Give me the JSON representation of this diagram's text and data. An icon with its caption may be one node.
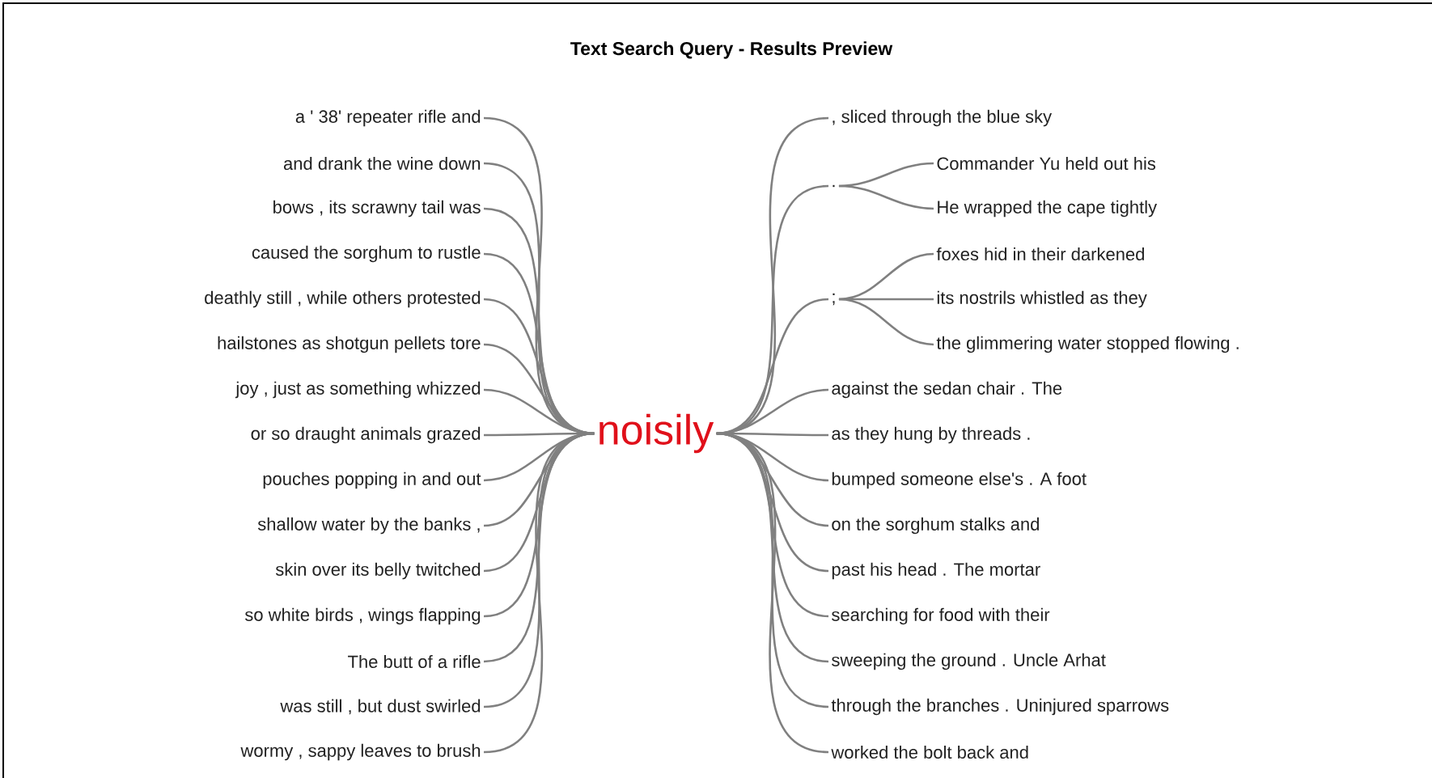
{
  "diagram": {
    "title": "Text Search Query - Results Preview",
    "nodes": [
      {
        "text": [
          "noisily"
        ]
      },
      {
        "text": [
          "a ' 38' repeater rifle and"
        ]
      },
      {
        "text": [
          "and drank the wine down"
        ]
      },
      {
        "text": [
          "bows , its scrawny tail was"
        ]
      },
      {
        "text": [
          "caused the sorghum to rustle"
        ]
      },
      {
        "text": [
          "deathly still , while others protested"
        ]
      },
      {
        "text": [
          "hailstones as shotgun pellets tore"
        ]
      },
      {
        "text": [
          "joy , just as something whizzed"
        ]
      },
      {
        "text": [
          "or so draught animals grazed"
        ]
      },
      {
        "text": [
          "pouches popping in and out"
        ]
      },
      {
        "text": [
          "shallow water by the banks ,"
        ]
      },
      {
        "text": [
          "skin over its belly twitched"
        ]
      },
      {
        "text": [
          "so white birds , wings flapping"
        ]
      },
      {
        "text": [
          "The butt of a rifle"
        ]
      },
      {
        "text": [
          "was still , but dust swirled"
        ]
      },
      {
        "text": [
          "wormy , sappy leaves to brush"
        ]
      },
      {
        "text": [
          ", sliced through the blue sky"
        ]
      },
      {
        "text": [
          "."
        ]
      },
      {
        "text": [
          "Commander Yu held out his"
        ]
      },
      {
        "text": [
          "He wrapped the cape tightly"
        ]
      },
      {
        "text": [
          ";"
        ]
      },
      {
        "text": [
          "foxes hid in their darkened"
        ]
      },
      {
        "text": [
          "its nostrils whistled as they"
        ]
      },
      {
        "text": [
          "the glimmering water stopped flowing ."
        ]
      },
      {
        "text": [
          "against the sedan chair . The"
        ]
      },
      {
        "text": [
          "as they hung by threads ."
        ]
      },
      {
        "text": [
          "bumped someone else's . A foot"
        ]
      },
      {
        "text": [
          "on the sorghum stalks and"
        ]
      },
      {
        "text": [
          "past his head . The mortar"
        ]
      },
      {
        "text": [
          "searching for food with their"
        ]
      },
      {
        "text": [
          "sweeping the ground . Uncle Arhat"
        ]
      },
      {
        "text": [
          "through the branches . Uninjured sparrows"
        ]
      },
      {
        "text": [
          "worked the bolt back and"
        ]
      }
    ],
    "edges": [
      {
        "from": 1,
        "to": 0,
        "arrow": "none"
      },
      {
        "from": 2,
        "to": 0,
        "arrow": "none"
      },
      {
        "from": 3,
        "to": 0,
        "arrow": "none"
      },
      {
        "from": 4,
        "to": 0,
        "arrow": "none"
      },
      {
        "from": 5,
        "to": 0,
        "arrow": "none"
      },
      {
        "from": 6,
        "to": 0,
        "arrow": "none"
      },
      {
        "from": 7,
        "to": 0,
        "arrow": "none"
      },
      {
        "from": 8,
        "to": 0,
        "arrow": "none"
      },
      {
        "from": 9,
        "to": 0,
        "arrow": "none"
      },
      {
        "from": 10,
        "to": 0,
        "arrow": "none"
      },
      {
        "from": 11,
        "to": 0,
        "arrow": "none"
      },
      {
        "from": 12,
        "to": 0,
        "arrow": "none"
      },
      {
        "from": 13,
        "to": 0,
        "arrow": "none"
      },
      {
        "from": 14,
        "to": 0,
        "arrow": "none"
      },
      {
        "from": 15,
        "to": 0,
        "arrow": "none"
      },
      {
        "from": 0,
        "to": 16,
        "arrow": "none"
      },
      {
        "from": 0,
        "to": 17,
        "arrow": "none"
      },
      {
        "from": 17,
        "to": 18,
        "arrow": "none"
      },
      {
        "from": 17,
        "to": 19,
        "arrow": "none"
      },
      {
        "from": 0,
        "to": 20,
        "arrow": "none"
      },
      {
        "from": 20,
        "to": 21,
        "arrow": "none"
      },
      {
        "from": 20,
        "to": 22,
        "arrow": "none"
      },
      {
        "from": 20,
        "to": 23,
        "arrow": "none"
      },
      {
        "from": 0,
        "to": 24,
        "arrow": "none"
      },
      {
        "from": 0,
        "to": 25,
        "arrow": "none"
      },
      {
        "from": 0,
        "to": 26,
        "arrow": "none"
      },
      {
        "from": 0,
        "to": 27,
        "arrow": "none"
      },
      {
        "from": 0,
        "to": 28,
        "arrow": "none"
      },
      {
        "from": 0,
        "to": 29,
        "arrow": "none"
      },
      {
        "from": 0,
        "to": 30,
        "arrow": "none"
      },
      {
        "from": 0,
        "to": 31,
        "arrow": "none"
      },
      {
        "from": 0,
        "to": 32,
        "arrow": "none"
      }
    ]
  }
}
